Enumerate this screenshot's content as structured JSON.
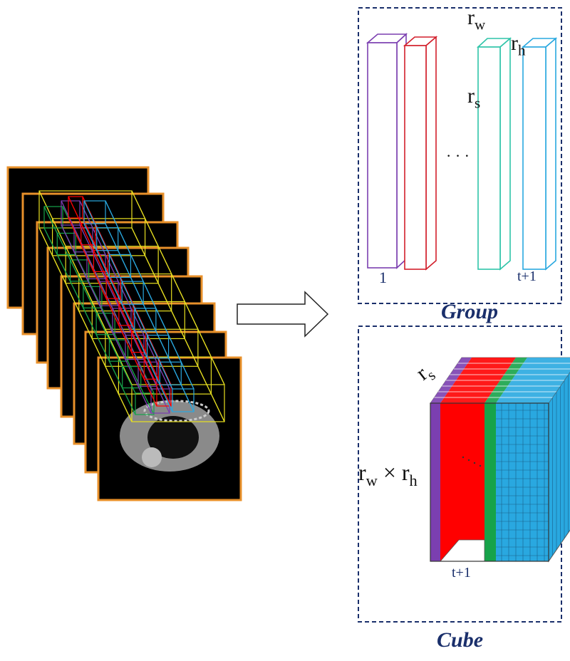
{
  "group_panel": {
    "title": "Group",
    "label_rw": "r",
    "label_rw_sub": "w",
    "label_rh": "r",
    "label_rh_sub": "h",
    "label_rs": "r",
    "label_rs_sub": "s",
    "ellipsis": "· · ·",
    "first_index": "1",
    "last_index": "t+1"
  },
  "cube_panel": {
    "title": "Cube",
    "label_rs": "r",
    "label_rs_sub": "s",
    "label_rw": "r",
    "label_rw_sub": "w",
    "times": "×",
    "label_rh": "r",
    "label_rh_sub": "h",
    "last_index": "t+1"
  },
  "colors": {
    "panel_border": "#1a2f6b",
    "slice_border": "#e8902a",
    "purple": "#7b3fb0",
    "red": "#ff0000",
    "green": "#16a34a",
    "blue": "#29a8e0",
    "teal": "#2ec4a8",
    "yellow": "#e8e020"
  }
}
